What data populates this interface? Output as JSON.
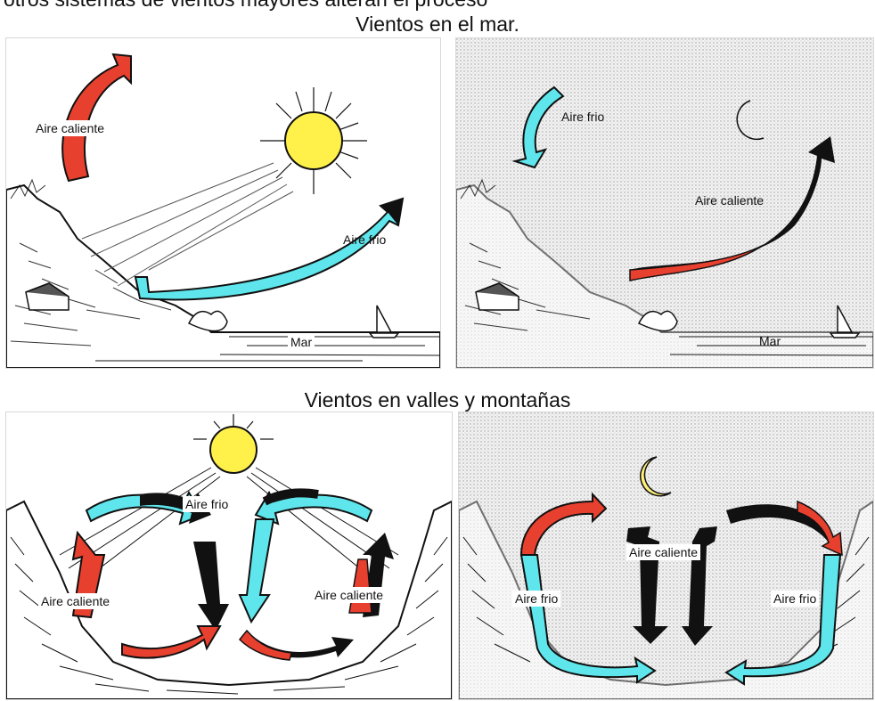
{
  "top_partial_text": "otros sistemas de vientos mayores alteran el proceso",
  "section_sea": {
    "title": "Vientos en el mar.",
    "day": {
      "label_warm": "Aire caliente",
      "label_cold": "Aire frio",
      "label_sea": "Mar"
    },
    "night": {
      "label_cold": "Aire frio",
      "label_warm": "Aire caliente",
      "label_sea": "Mar"
    }
  },
  "section_valley": {
    "title": "Vientos en valles y montañas",
    "day": {
      "label_cold": "Aire frio",
      "label_warm_left": "Aire caliente",
      "label_warm_right": "Aire caliente"
    },
    "night": {
      "label_warm": "Aire caliente",
      "label_cold_left": "Aire frio",
      "label_cold_right": "Aire frio"
    }
  },
  "colors": {
    "warm": "#e8402f",
    "cold": "#5ee6ec",
    "sun": "#fff04a",
    "moon": "#fff07a",
    "dark": "#111111"
  }
}
